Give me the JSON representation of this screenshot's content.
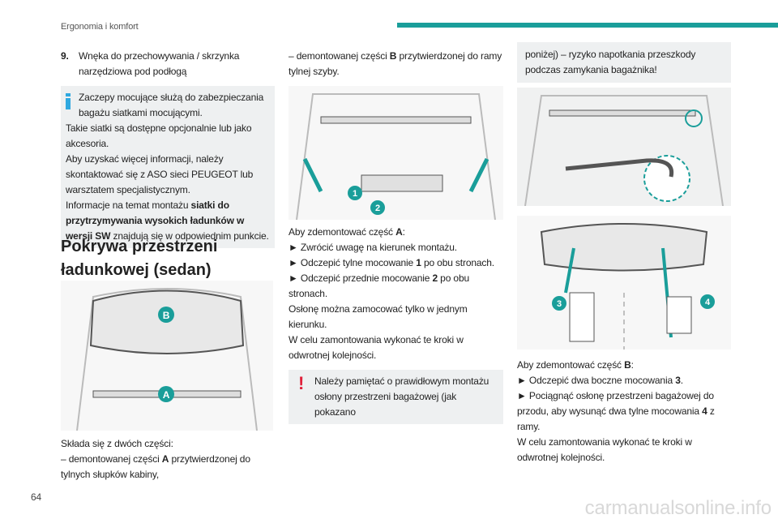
{
  "header": {
    "section": "Ergonomia i komfort",
    "page_number": "64"
  },
  "left": {
    "item_num": "9.",
    "item_text": "Wnęka do przechowywania / skrzynka narzędziowa pod podłogą",
    "info_lines": [
      "Zaczepy mocujące służą do zabezpieczania bagażu siatkami mocującymi.",
      "Takie siatki są dostępne opcjonalnie lub jako akcesoria.",
      "Aby uzyskać więcej informacji, należy skontaktować się z ASO sieci PEUGEOT lub warsztatem specjalistycznym.",
      "Informacje na temat montażu "
    ],
    "info_bold": "siatki do przytrzymywania wysokich ładunków w wersji SW",
    "info_tail": " znajdują się w odpowiednim punkcie.",
    "heading": "Pokrywa przestrzeni ładunkowej (sedan)",
    "fig_labels": [
      "B",
      "A"
    ],
    "p1": "Składa się z dwóch części:",
    "p2a": "– demontowanej części ",
    "p2b": "A",
    "p2c": " przytwierdzonej do tylnych słupków kabiny,"
  },
  "middle": {
    "p1a": "– demontowanej części ",
    "p1b": "B",
    "p1c": " przytwierdzonej do ramy tylnej szyby.",
    "fig_labels": [
      "1",
      "2"
    ],
    "intro": "Aby zdemontować część ",
    "intro_b": "A",
    "s1": "► Zwrócić uwagę na kierunek montażu.",
    "s2a": "► Odczepić tylne mocowanie ",
    "s2b": "1",
    "s2c": " po obu stronach.",
    "s3a": "► Odczepić przednie mocowanie ",
    "s3b": "2",
    "s3c": " po obu stronach.",
    "p2": "Osłonę można zamocować tylko w jednym kierunku.",
    "p3": "W celu zamontowania wykonać te kroki w odwrotnej kolejności.",
    "warn": "Należy pamiętać o prawidłowym montażu osłony przestrzeni bagażowej (jak pokazano"
  },
  "right": {
    "warn_cont": "poniżej) – ryzyko napotkania przeszkody podczas zamykania bagażnika!",
    "fig_labels": [
      "3",
      "4"
    ],
    "intro": "Aby zdemontować część ",
    "intro_b": "B",
    "s1a": "► Odczepić dwa boczne mocowania ",
    "s1b": "3",
    "s2a": "► Pociągnąć osłonę przestrzeni bagażowej do przodu, aby wysunąć dwa tylne mocowania ",
    "s2b": "4",
    "s2c": " z ramy.",
    "p2": "W celu zamontowania wykonać te kroki w odwrotnej kolejności."
  },
  "watermark": "carmanualsonline.info",
  "colors": {
    "accent": "#1a9e9a",
    "info": "#2fa8e0",
    "warning": "#e0203a"
  }
}
